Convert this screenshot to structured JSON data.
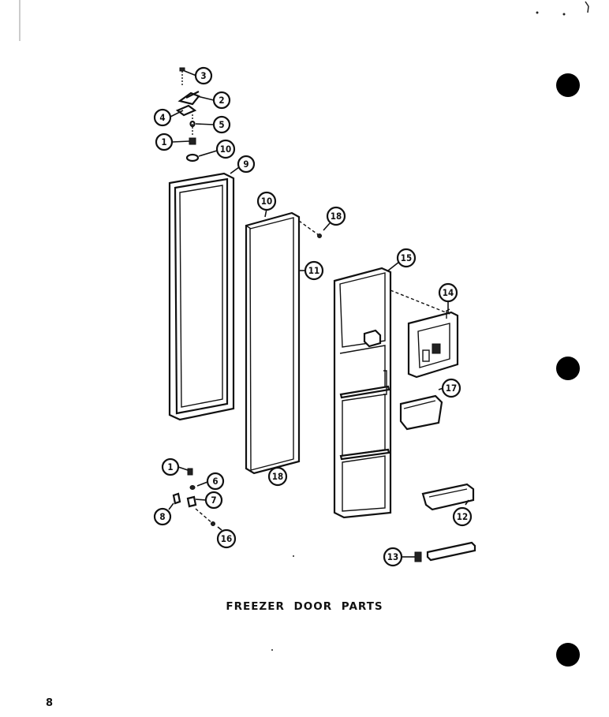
{
  "title": "FREEZER DOOR PARTS",
  "page_number": "8",
  "callouts": {
    "c1_top": "1",
    "c2": "2",
    "c3": "3",
    "c4": "4",
    "c5": "5",
    "c10_hinge": "10",
    "c9": "9",
    "c10_panel": "10",
    "c18_top": "18",
    "c11": "11",
    "c15": "15",
    "c14": "14",
    "c17": "17",
    "c1_bottom": "1",
    "c6": "6",
    "c7": "7",
    "c8": "8",
    "c16": "16",
    "c18_bottom": "18",
    "c12": "12",
    "c13": "13"
  }
}
